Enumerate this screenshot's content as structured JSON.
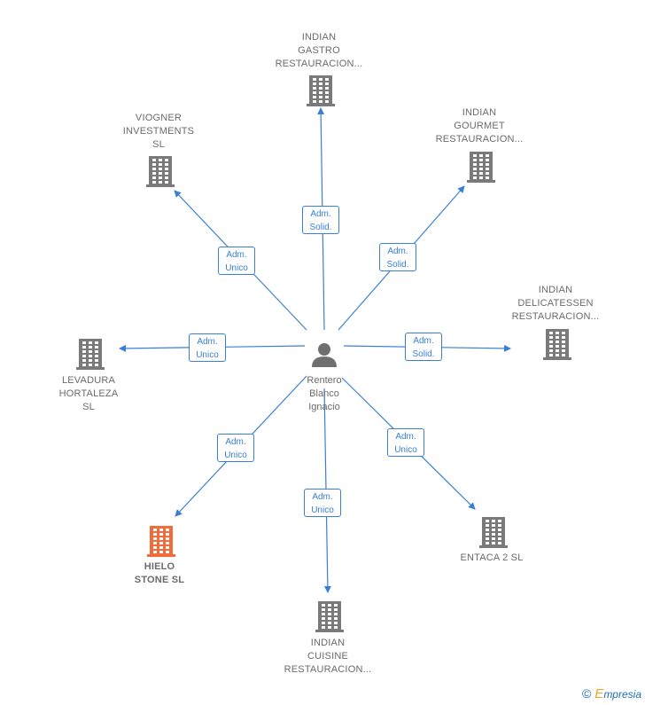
{
  "person": {
    "name": "Rentero\nBlanco\nIgnacio"
  },
  "companies": [
    {
      "id": "gastro",
      "name": "INDIAN\nGASTRO\nRESTAURACION...",
      "role": "Adm.\nSolid.",
      "highlight": false
    },
    {
      "id": "gourmet",
      "name": "INDIAN\nGOURMET\nRESTAURACION...",
      "role": "Adm.\nSolid.",
      "highlight": false
    },
    {
      "id": "delicatessen",
      "name": "INDIAN\nDELICATESSEN\nRESTAURACION...",
      "role": "Adm.\nSolid.",
      "highlight": false
    },
    {
      "id": "entaca",
      "name": "ENTACA 2  SL",
      "role": "Adm.\nUnico",
      "highlight": false
    },
    {
      "id": "cuisine",
      "name": "INDIAN\nCUISINE\nRESTAURACION...",
      "role": "Adm.\nUnico",
      "highlight": false
    },
    {
      "id": "hielo",
      "name": "HIELO\nSTONE  SL",
      "role": "Adm.\nUnico",
      "highlight": true
    },
    {
      "id": "levadura",
      "name": "LEVADURA\nHORTALEZA\nSL",
      "role": "Adm.\nUnico",
      "highlight": false
    },
    {
      "id": "viogner",
      "name": "VIOGNER\nINVESTMENTS\nSL",
      "role": "Adm.\nUnico",
      "highlight": false
    }
  ],
  "colors": {
    "edge": "#3a7fd5",
    "building": "#7a7a7a",
    "building_highlight": "#f26b3a",
    "person": "#6f6f6f"
  },
  "footer": {
    "copyright": "©",
    "brand_initial": "E",
    "brand_rest": "mpresia"
  }
}
